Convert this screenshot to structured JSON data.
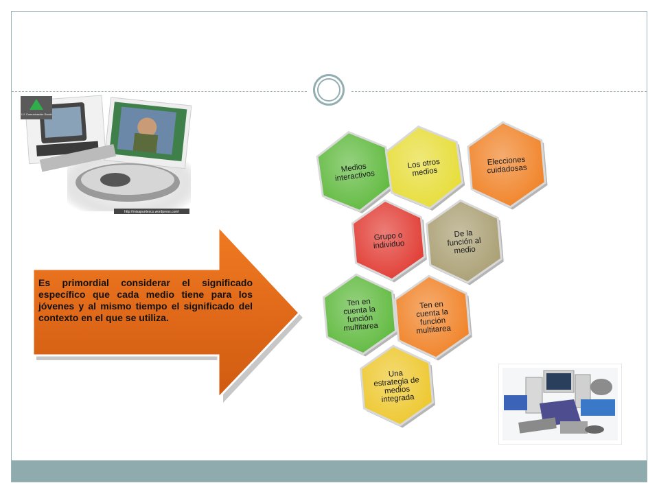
{
  "arrow_text": "Es primordial considerar  el significado específico que cada medio tiene para los jóvenes y al mismo tiempo el significado del  contexto en el que se utiliza.",
  "photo_left": {
    "logo_text": "I.U. Comunicación Social",
    "caption": "http://misapuntescs.wordpress.com/"
  },
  "hexagons": [
    {
      "key": "interactivos",
      "lines": [
        "Medios",
        "interactivos"
      ],
      "color": "#5cb83a",
      "rotate": -8
    },
    {
      "key": "otros",
      "lines": [
        "Los otros",
        "medios"
      ],
      "color": "#e6dc33",
      "rotate": -8
    },
    {
      "key": "elecciones",
      "lines": [
        "Elecciones",
        "cuidadosas"
      ],
      "color": "#f07f22",
      "rotate": -5
    },
    {
      "key": "grupo",
      "lines": [
        "Grupo o",
        "individuo"
      ],
      "color": "#e0372e",
      "rotate": -5
    },
    {
      "key": "funcion",
      "lines": [
        "De la",
        "función al",
        "medio"
      ],
      "color": "#a89d70",
      "rotate": -5
    },
    {
      "key": "multitarea-verde",
      "lines": [
        "Ten en",
        "cuenta la",
        "función",
        "multitarea"
      ],
      "color": "#5cb83a",
      "rotate": -5
    },
    {
      "key": "multitarea-naranja",
      "lines": [
        "Ten en",
        "cuenta la",
        "función",
        "multitarea"
      ],
      "color": "#f07f22",
      "rotate": -5
    },
    {
      "key": "estrategia",
      "lines": [
        "Una",
        "estrategia de",
        "medios",
        "integrada"
      ],
      "color": "#edc628",
      "rotate": -5
    }
  ]
}
